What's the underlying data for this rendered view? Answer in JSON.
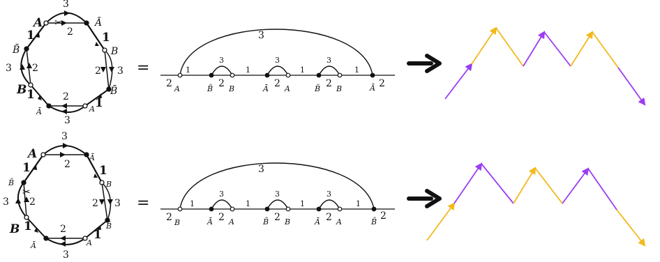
{
  "row1": {
    "ring": {
      "A": "A",
      "Abar": "Ā",
      "B": "B",
      "Bbar": "B̄",
      "n1": "1",
      "n2": "2",
      "n3": "3"
    },
    "equals": "=",
    "strip": {
      "arc_label": "3",
      "left_end": "2",
      "left_sub": "A",
      "right_end": "2",
      "right_sub": "Ā",
      "cells": [
        {
          "left": "B̄",
          "mid": "2",
          "right": "B",
          "top": "3"
        },
        {
          "left": "Ā",
          "mid": "2",
          "right": "A",
          "top": "3"
        },
        {
          "left": "B̄",
          "mid": "2",
          "right": "B",
          "top": "3"
        }
      ],
      "links": [
        "1",
        "1",
        "1",
        "1"
      ]
    },
    "path_colors": [
      "purple",
      "gold",
      "gold",
      "purple",
      "purple",
      "gold",
      "gold",
      "purple"
    ]
  },
  "row2": {
    "ring": {
      "A": "A",
      "Abar": "Ā",
      "B": "B",
      "Bbar": "B̄",
      "n1": "1",
      "n2": "2",
      "n3": "3"
    },
    "equals": "=",
    "strip": {
      "arc_label": "3",
      "left_end": "2",
      "left_sub": "B",
      "right_end": "2",
      "right_sub": "B̄",
      "cells": [
        {
          "left": "Ā",
          "mid": "2",
          "right": "A",
          "top": "3"
        },
        {
          "left": "B̄",
          "mid": "2",
          "right": "B",
          "top": "3"
        },
        {
          "left": "Ā",
          "mid": "2",
          "right": "A",
          "top": "3"
        }
      ],
      "links": [
        "1",
        "1",
        "1",
        "1"
      ]
    },
    "path_colors": [
      "gold",
      "purple",
      "purple",
      "gold",
      "gold",
      "purple",
      "purple",
      "gold"
    ]
  },
  "colors": {
    "purple": "#9b3df2",
    "gold": "#f2b91c",
    "ink": "#111111"
  }
}
